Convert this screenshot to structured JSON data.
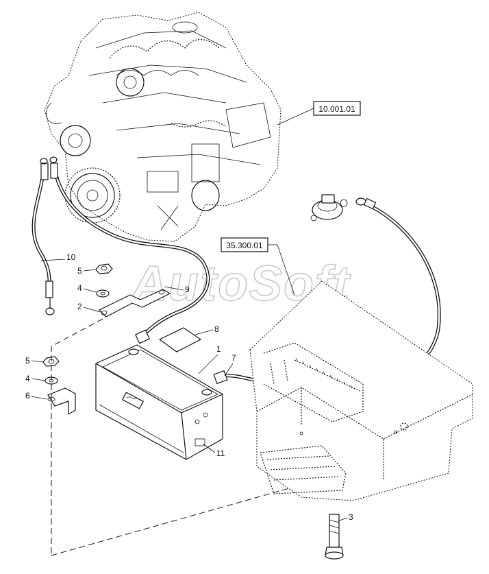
{
  "watermark": "AutoSoft",
  "references": {
    "engine": "10.001.01",
    "bracket": "35.300.01"
  },
  "callouts": {
    "battery": "1",
    "bracket_top": "2",
    "bolt": "3",
    "washer_top": "4",
    "nut_top": "5",
    "washer_left": "4",
    "nut_left": "5",
    "bracket_left": "6",
    "cable_positive": "7",
    "label": "8",
    "cable_engine": "9",
    "ground_strap": "10",
    "cover": "11"
  }
}
